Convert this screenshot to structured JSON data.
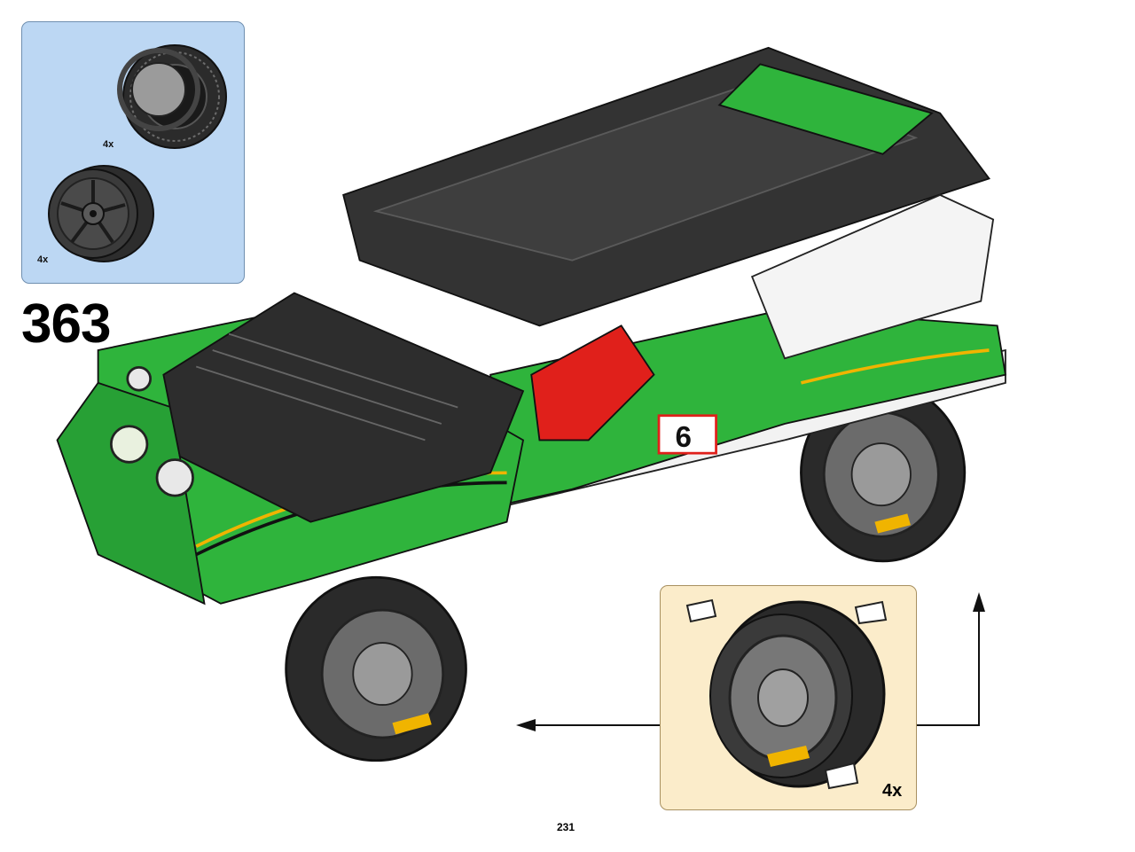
{
  "parts_list": {
    "items": [
      {
        "icon": "tire-icon",
        "quantity": "4x"
      },
      {
        "icon": "rim-icon",
        "quantity": "4x"
      }
    ]
  },
  "step": {
    "number": "363"
  },
  "subassembly": {
    "quantity": "4x",
    "icon": "wheel-icon"
  },
  "model": {
    "icon": "rally-car-icon"
  },
  "page": {
    "number": "231"
  },
  "colors": {
    "parts_panel": "#bcd7f3",
    "subassembly_panel": "#fbecca",
    "car_green": "#2fb43c",
    "car_black": "#2a2a2a",
    "car_white": "#f4f4f4",
    "accent_red": "#e0201b",
    "rim_yellow": "#f0b400"
  }
}
